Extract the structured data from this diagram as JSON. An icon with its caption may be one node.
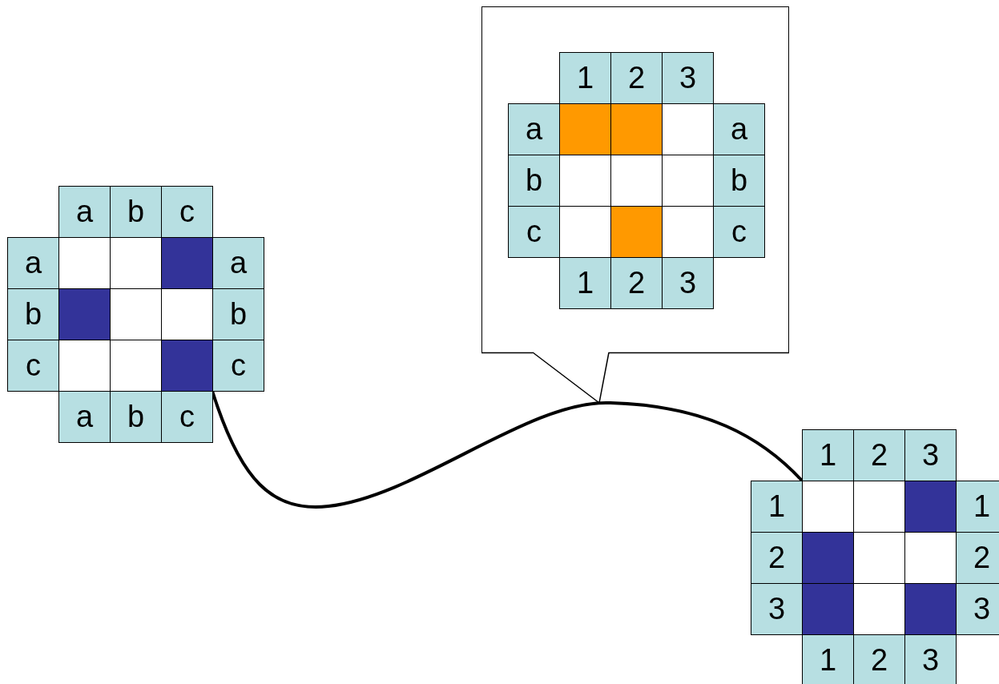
{
  "diagram": {
    "nodes": [
      {
        "text": [],
        "shape": "grid"
      },
      {
        "text": [],
        "shape": "box"
      },
      {
        "text": [],
        "shape": "grid",
        "in": 1
      },
      {
        "text": [],
        "shape": "grid"
      }
    ],
    "edges": [
      {
        "from": 0,
        "to": 3,
        "arrow": "none",
        "style": "thick"
      },
      {
        "from": 1,
        "to": null,
        "arrow": "none"
      }
    ],
    "labels": [
      "a",
      "b",
      "c",
      "a",
      "a",
      "b",
      "b",
      "c",
      "c",
      "a",
      "b",
      "c",
      "1",
      "2",
      "3",
      "a",
      "a",
      "b",
      "b",
      "c",
      "c",
      "1",
      "2",
      "3",
      "1",
      "2",
      "3",
      "1",
      "1",
      "2",
      "2",
      "3",
      "3",
      "1",
      "2",
      "3"
    ]
  }
}
